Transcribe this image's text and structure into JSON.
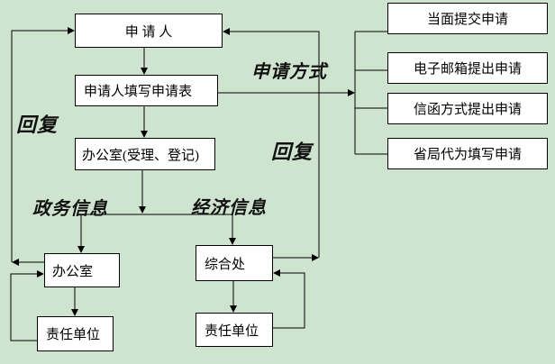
{
  "colors": {
    "bg": "#cfe4cf",
    "line": "#000000",
    "boxfill": "#ffffff"
  },
  "boxes": {
    "applicant": {
      "label": "申 请 人"
    },
    "fill_form": {
      "label": "申请人填写申请表"
    },
    "office_accept": {
      "label": "办公室(受理、登记)"
    },
    "office_left": {
      "label": "办公室"
    },
    "resp_unit_left": {
      "label": "责任单位"
    },
    "general_division": {
      "label": "综合处"
    },
    "resp_unit_right": {
      "label": "责任单位"
    },
    "submit_in_person": {
      "label": "当面提交申请"
    },
    "submit_email": {
      "label": "电子邮箱提出申请"
    },
    "submit_letter": {
      "label": "信函方式提出申请"
    },
    "submit_by_bureau": {
      "label": "省局代为填写申请"
    }
  },
  "annotations": {
    "application_method": "申请方式",
    "reply_left": "回复",
    "reply_right": "回复",
    "gov_info": "政务信息",
    "econ_info": "经济信息"
  }
}
